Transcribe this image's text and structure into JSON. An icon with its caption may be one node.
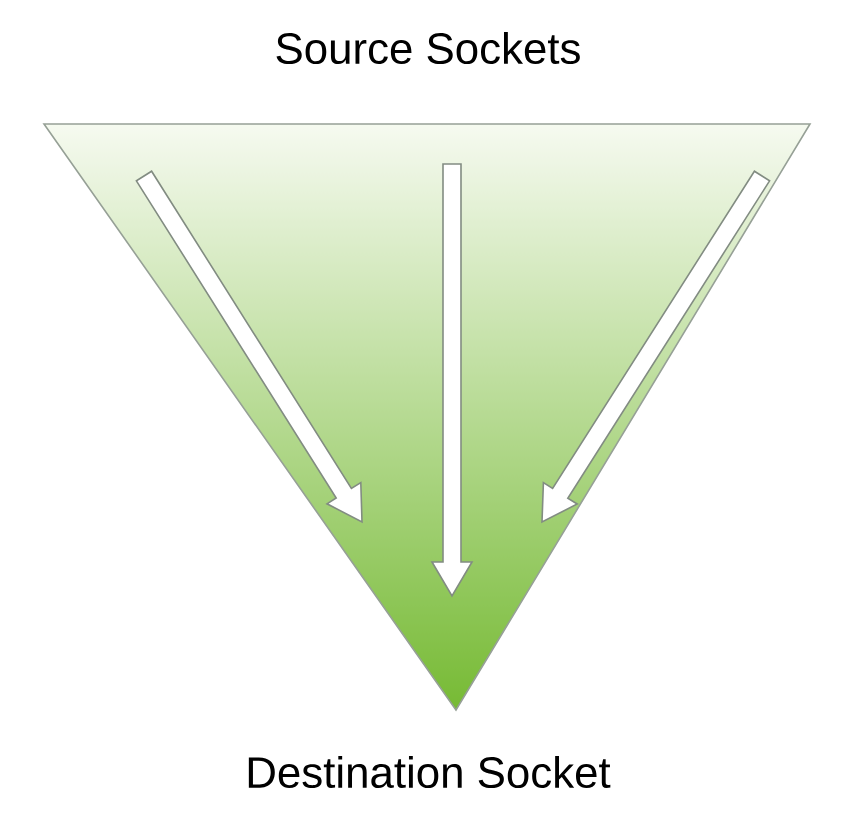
{
  "diagram": {
    "nodes": [
      {
        "text": [],
        "shape": "triangle"
      }
    ],
    "labels": [
      "Source Sockets",
      "Destination Socket"
    ]
  }
}
